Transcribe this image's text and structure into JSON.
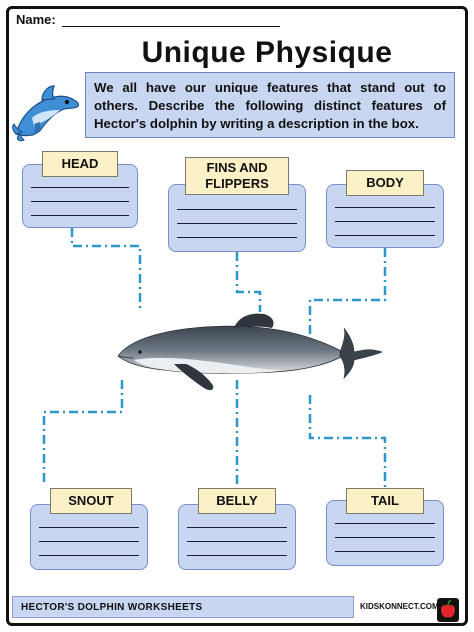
{
  "header": {
    "name_label": "Name:"
  },
  "title": "Unique Physique",
  "intro": "We all have our unique features that stand out to others. Describe the following distinct features of Hector's dolphin by writing a description in the box.",
  "labels": {
    "head": "HEAD",
    "fins": "FINS AND FLIPPERS",
    "body": "BODY",
    "snout": "SNOUT",
    "belly": "BELLY",
    "tail": "TAIL"
  },
  "footer": {
    "title": "HECTOR'S DOLPHIN WORKSHEETS",
    "brand": "KIDSKONNECT.COM"
  },
  "colors": {
    "box_fill": "#c8d6f2",
    "label_fill": "#fbf0c6",
    "connector": "#2c97c9"
  },
  "icons": {
    "corner": "cartoon-dolphin-icon",
    "main": "hectors-dolphin-illustration",
    "brand": "apple-logo-icon"
  }
}
